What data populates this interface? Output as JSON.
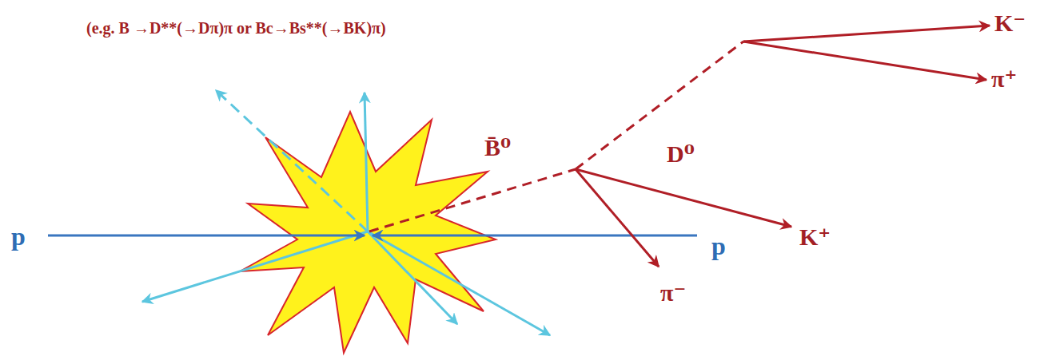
{
  "diagram": {
    "labels": [
      "(e.g. B →D**(→Dπ)π or Bc→Bs**(→BK)π)",
      "K⁻",
      "π⁺",
      "B̄⁰",
      "D⁰",
      "K⁺",
      "π⁻",
      "p",
      "p"
    ]
  }
}
